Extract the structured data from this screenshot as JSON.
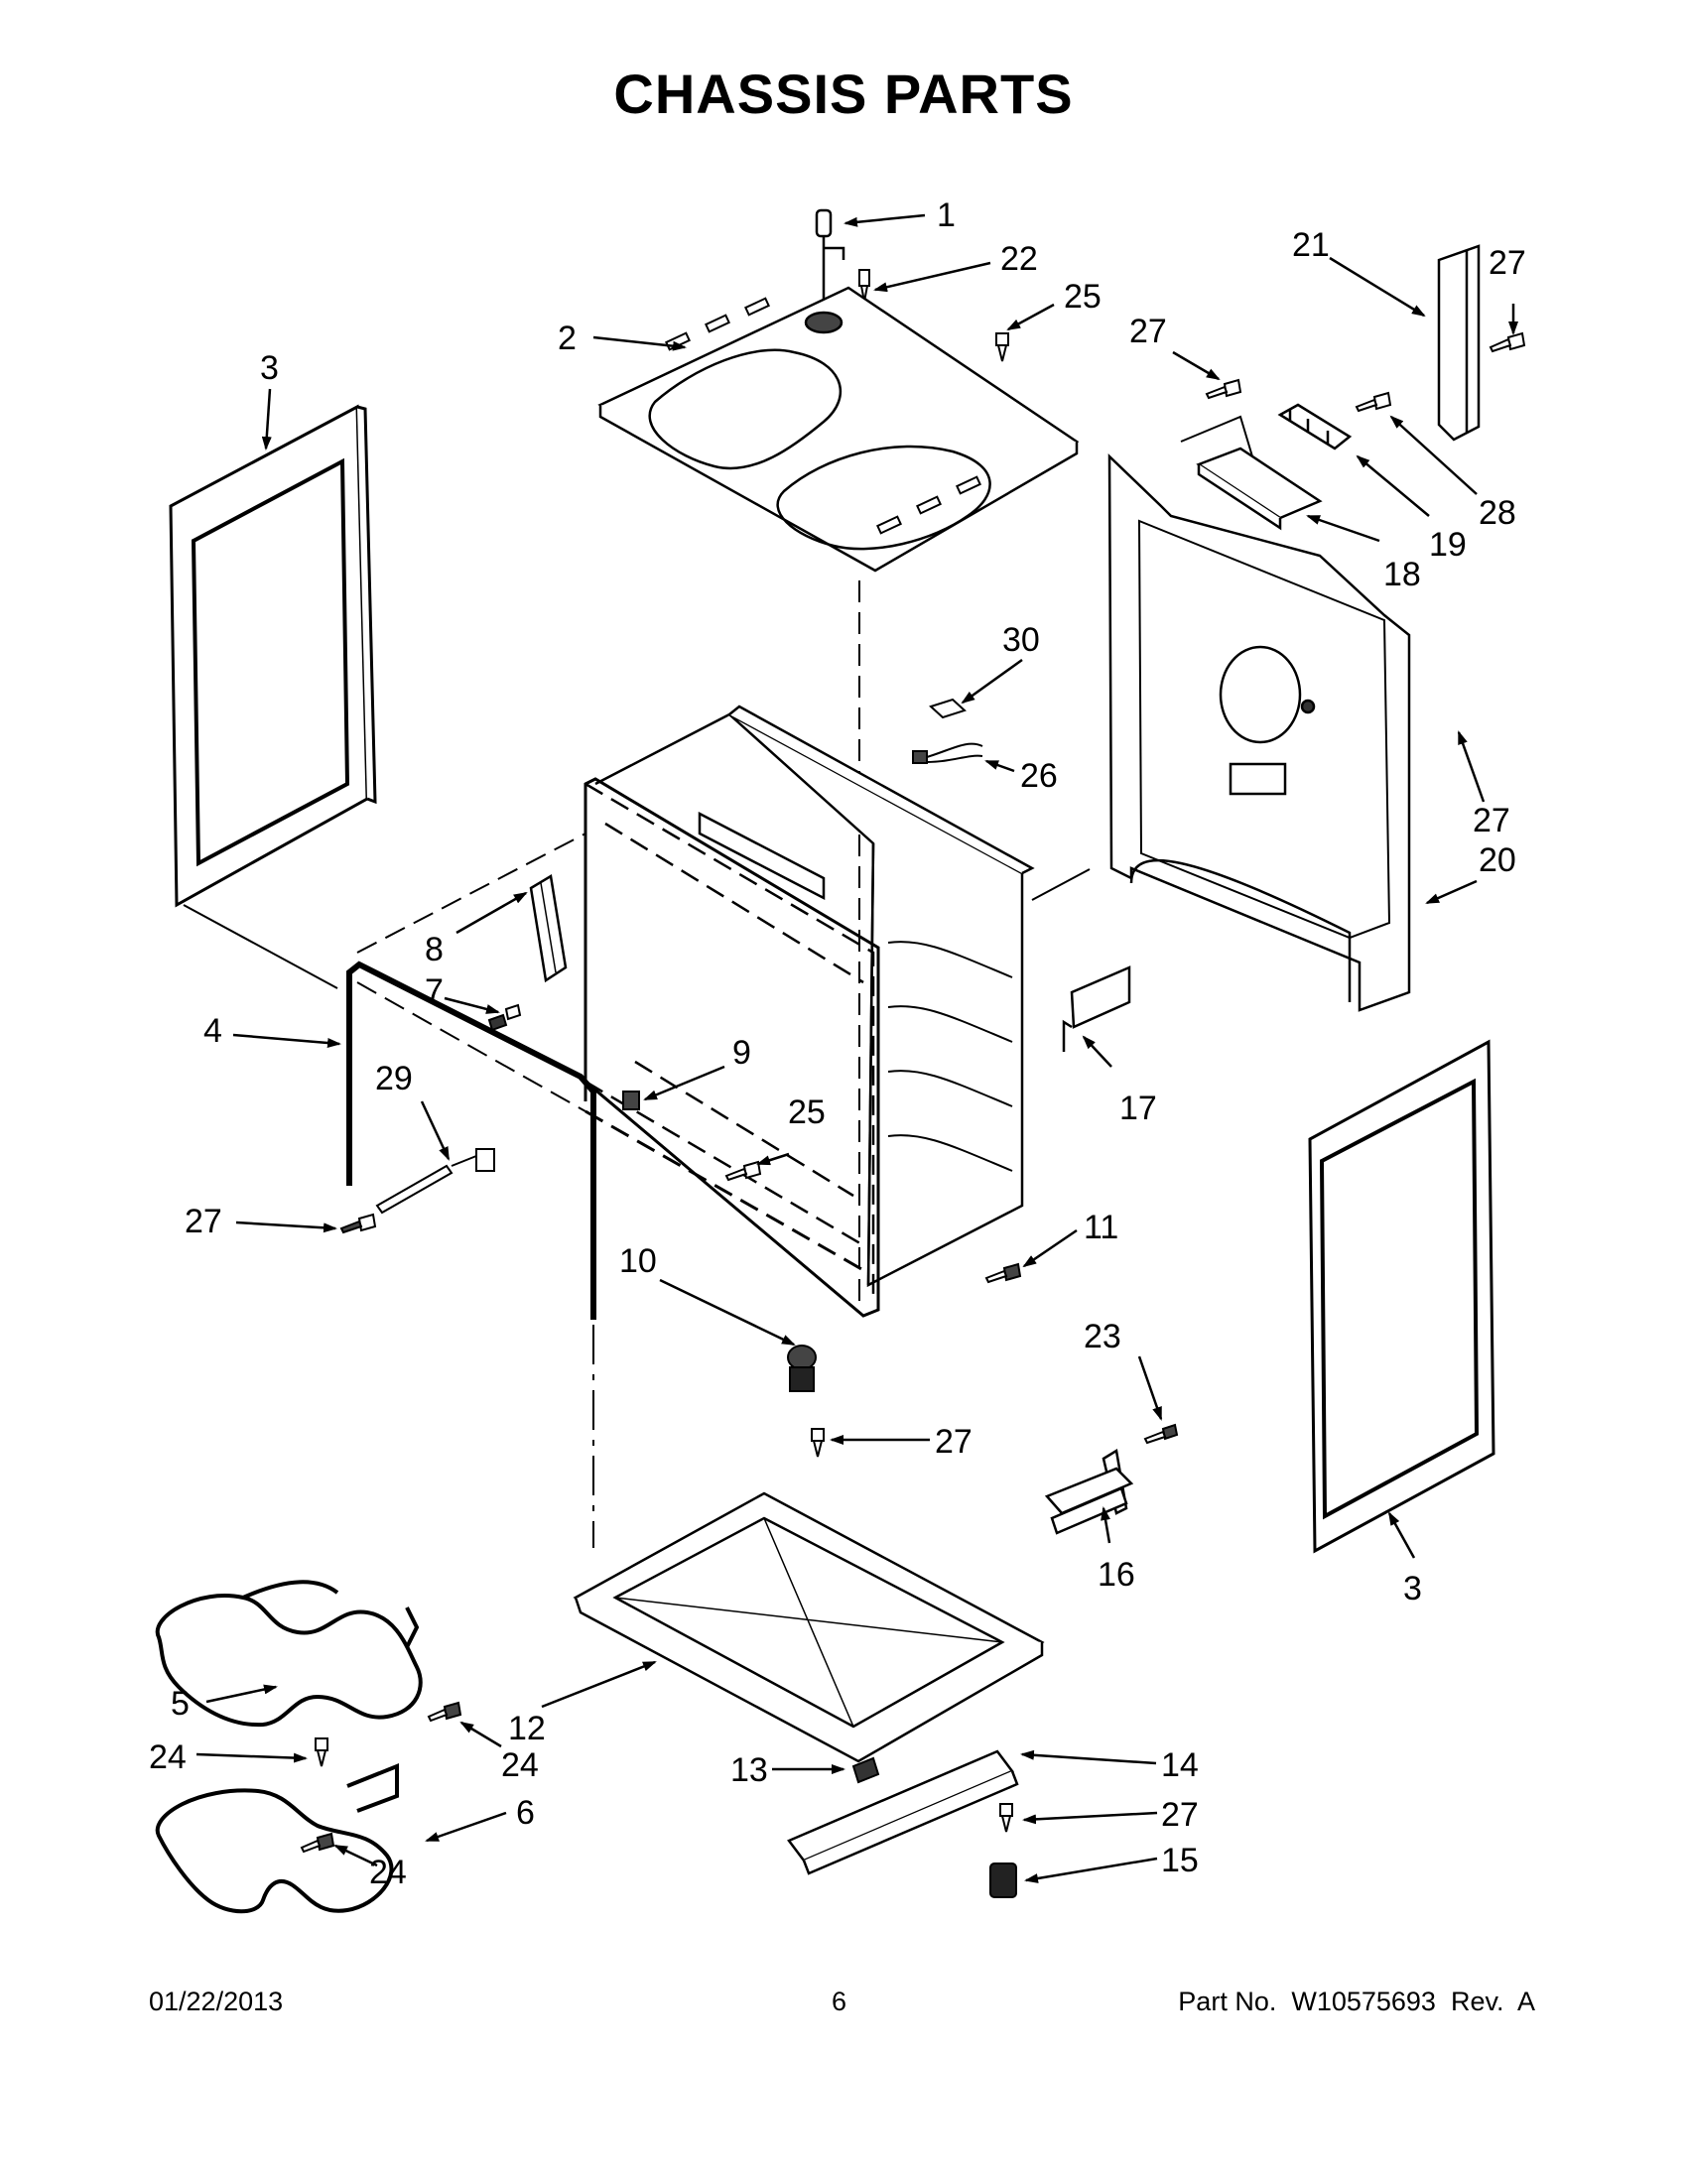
{
  "title": "CHASSIS PARTS",
  "callouts": [
    "1",
    "22",
    "25",
    "2",
    "27",
    "21",
    "27",
    "3",
    "28",
    "19",
    "18",
    "30",
    "26",
    "27",
    "20",
    "8",
    "7",
    "4",
    "9",
    "29",
    "25",
    "17",
    "27",
    "11",
    "10",
    "23",
    "27",
    "16",
    "3",
    "5",
    "12",
    "24",
    "24",
    "13",
    "14",
    "27",
    "6",
    "24",
    "15"
  ],
  "footer": {
    "date": "01/22/2013",
    "page": "6",
    "part_no": "Part No.  W10575693  Rev.  A"
  }
}
